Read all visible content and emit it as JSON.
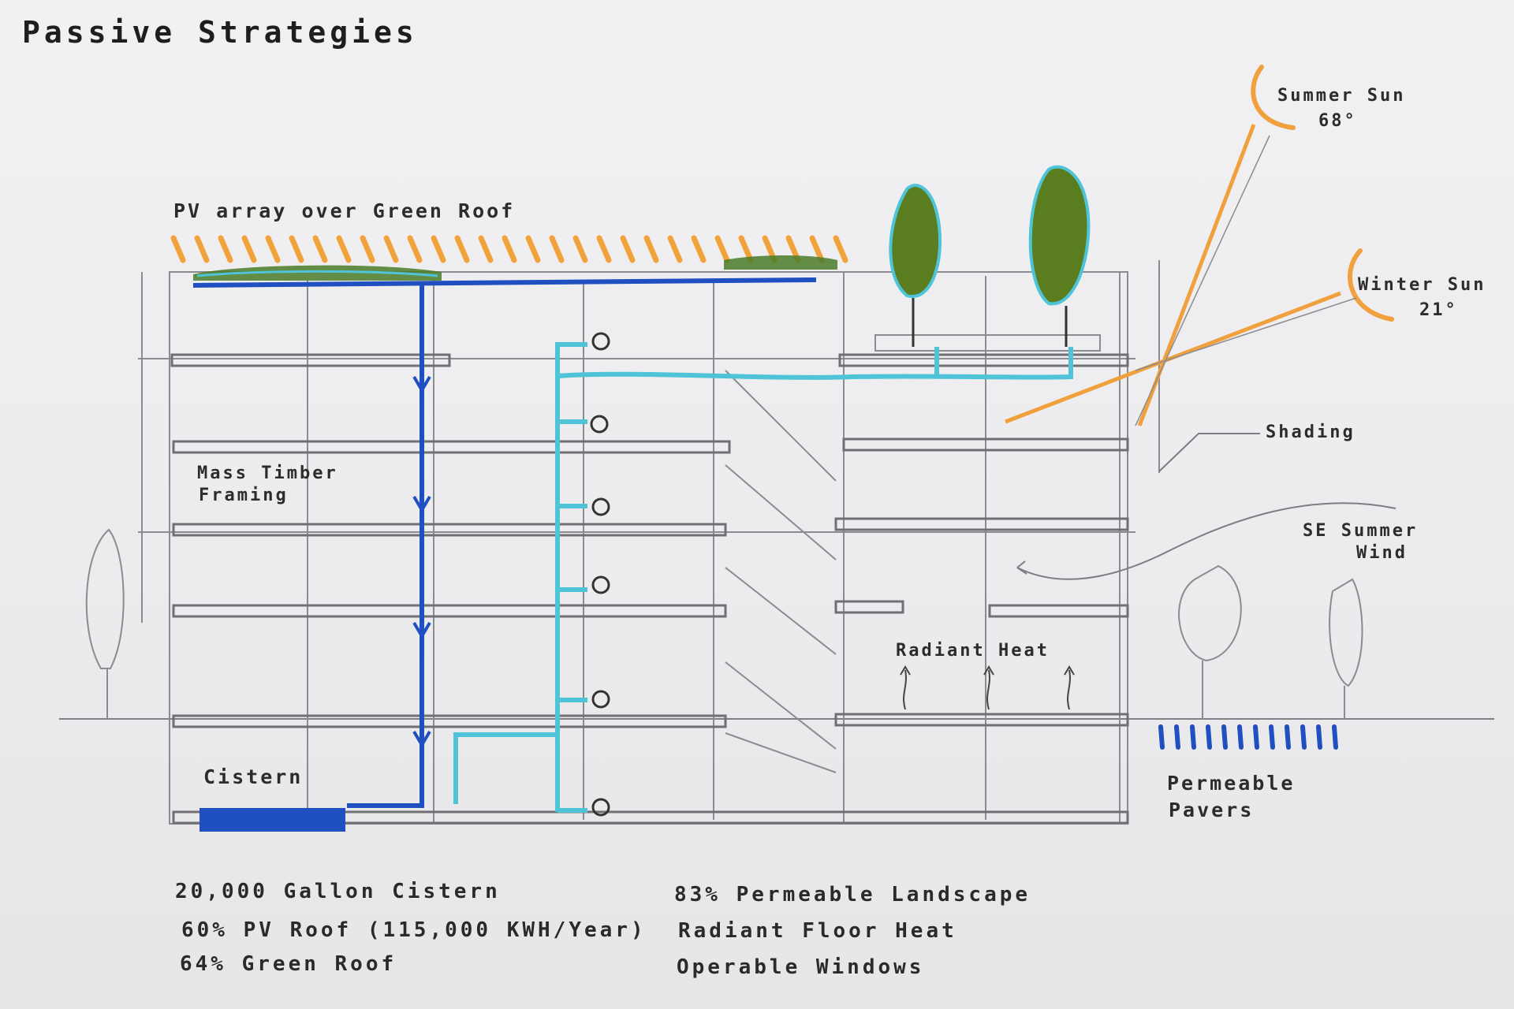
{
  "title": "Passive Strategies",
  "labels": {
    "pv_array": "PV array over Green Roof",
    "summer_sun": "Summer Sun",
    "summer_sun_angle": "68°",
    "winter_sun": "Winter Sun",
    "winter_sun_angle": "21°",
    "shading": "Shading",
    "mass_timber": "Mass Timber",
    "mass_timber_2": "Framing",
    "se_wind": "SE Summer",
    "se_wind_2": "Wind",
    "radiant_heat": "Radiant Heat",
    "cistern": "Cistern",
    "permeable": "Permeable",
    "permeable_2": "Pavers"
  },
  "stats_left": [
    "20,000 Gallon Cistern",
    "60% PV Roof (115,000 KWH/Year)",
    "64% Green Roof"
  ],
  "stats_right": [
    "83% Permeable Landscape",
    "Radiant Floor Heat",
    "Operable Windows"
  ],
  "colors": {
    "paper": "#eeeeef",
    "pencil": "#8c8c90",
    "pv_orange": "#f2a23a",
    "sun_orange": "#f0a03c",
    "green_roof": "#4a7a28",
    "tree_green": "#5a7d1f",
    "cyan_water": "#4fc3d8",
    "blue_pipe": "#1f4fc0"
  }
}
